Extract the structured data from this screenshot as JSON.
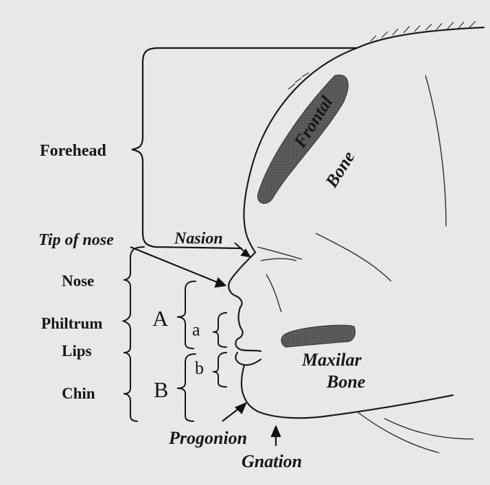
{
  "labels": {
    "forehead": "Forehead",
    "tip_of_nose": "Tip of nose",
    "nasion": "Nasion",
    "nose": "Nose",
    "philtrum": "Philtrum",
    "lips": "Lips",
    "chin": "Chin",
    "segment_A": "A",
    "segment_B": "B",
    "segment_a": "a",
    "segment_b": "b",
    "frontal_line1": "Frontal",
    "frontal_line2": "Bone",
    "maxilar_line1": "Maxilar",
    "maxilar_line2": "Bone",
    "progonion": "Progonion",
    "gnation": "Gnation"
  }
}
